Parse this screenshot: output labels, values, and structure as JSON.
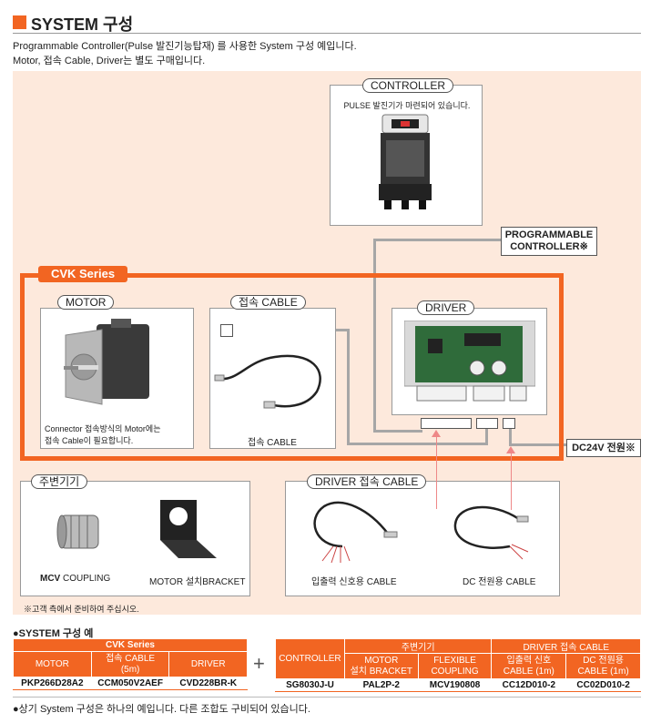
{
  "header": {
    "title": "SYSTEM 구성"
  },
  "intro": {
    "line1": "Programmable Controller(Pulse 발진기능탑재) 를 사용한 System 구성 예입니다.",
    "line2": "Motor, 접속 Cable, Driver는 별도 구매입니다."
  },
  "controller": {
    "label": "CONTROLLER",
    "note": "PULSE 발진기가 마련되어 있습니다."
  },
  "programmable": {
    "line1": "PROGRAMMABLE",
    "line2": "CONTROLLER※"
  },
  "cvk": {
    "label": "CVK Series"
  },
  "motor": {
    "label": "MOTOR",
    "note1": "Connector 접속방식의 Motor에는",
    "note2": "접속 Cable이 필요합니다."
  },
  "cable": {
    "label": "접속 CABLE",
    "caption": "접속 CABLE"
  },
  "driver": {
    "label": "DRIVER"
  },
  "power": {
    "label": "DC24V 전원※"
  },
  "peripheral": {
    "label": "주변기기",
    "coupling_bold": "MCV",
    "coupling_rest": " COUPLING",
    "bracket": "MOTOR 설치BRACKET"
  },
  "driver_cable": {
    "label": "DRIVER 접속 CABLE",
    "io": "입출력 신호용 CABLE",
    "dc": "DC 전원용 CABLE"
  },
  "customer_note": "※고객 측에서 준비하여 주십시오.",
  "table": {
    "title": "●SYSTEM 구성 예",
    "cvk_header": "CVK Series",
    "peripheral_header": "주변기기",
    "driver_cable_header": "DRIVER 접속 CABLE",
    "col_motor": "MOTOR",
    "col_cable1": "접속 CABLE",
    "col_cable2": "(5m)",
    "col_driver": "DRIVER",
    "col_controller": "CONTROLLER",
    "col_bracket1": "MOTOR",
    "col_bracket2": "설치 BRACKET",
    "col_coupling1": "FLEXIBLE",
    "col_coupling2": "COUPLING",
    "col_io1": "입출력 신호",
    "col_io2": "CABLE (1m)",
    "col_dc1": "DC 전원용",
    "col_dc2": "CABLE (1m)",
    "v_motor": "PKP266D28A2",
    "v_cable": "CCM050V2AEF",
    "v_driver": "CVD228BR-K",
    "v_controller": "SG8030J-U",
    "v_bracket": "PAL2P-2",
    "v_coupling": "MCV190808",
    "v_io": "CC12D010-2",
    "v_dc": "CC02D010-2",
    "plus": "+"
  },
  "footer": "●상기 System 구성은 하나의 예입니다. 다른 조합도 구비되어 있습니다.",
  "colors": {
    "accent": "#f26522",
    "background": "#fde9dc",
    "line": "#a6a6a6"
  }
}
